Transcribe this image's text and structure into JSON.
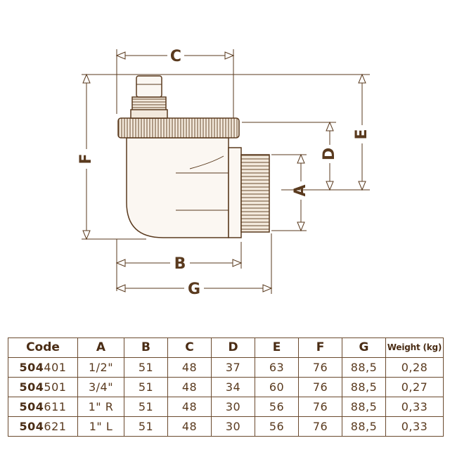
{
  "drawing": {
    "dimension_labels": {
      "A": "A",
      "B": "B",
      "C": "C",
      "D": "D",
      "E": "E",
      "F": "F",
      "G": "G"
    },
    "line_color": "#5a3a1e",
    "body_color": "#fbf7f2"
  },
  "table": {
    "headers": [
      "Code",
      "A",
      "B",
      "C",
      "D",
      "E",
      "F",
      "G",
      "Weight (kg)"
    ],
    "rows": [
      {
        "code_prefix": "504",
        "code_suffix": "401",
        "A": "1/2\"",
        "B": "51",
        "C": "48",
        "D": "37",
        "E": "63",
        "F": "76",
        "G": "88,5",
        "weight": "0,28"
      },
      {
        "code_prefix": "504",
        "code_suffix": "501",
        "A": "3/4\"",
        "B": "51",
        "C": "48",
        "D": "34",
        "E": "60",
        "F": "76",
        "G": "88,5",
        "weight": "0,27"
      },
      {
        "code_prefix": "504",
        "code_suffix": "611",
        "A": "1\" R",
        "B": "51",
        "C": "48",
        "D": "30",
        "E": "56",
        "F": "76",
        "G": "88,5",
        "weight": "0,33"
      },
      {
        "code_prefix": "504",
        "code_suffix": "621",
        "A": "1\" L",
        "B": "51",
        "C": "48",
        "D": "30",
        "E": "56",
        "F": "76",
        "G": "88,5",
        "weight": "0,33"
      }
    ]
  }
}
